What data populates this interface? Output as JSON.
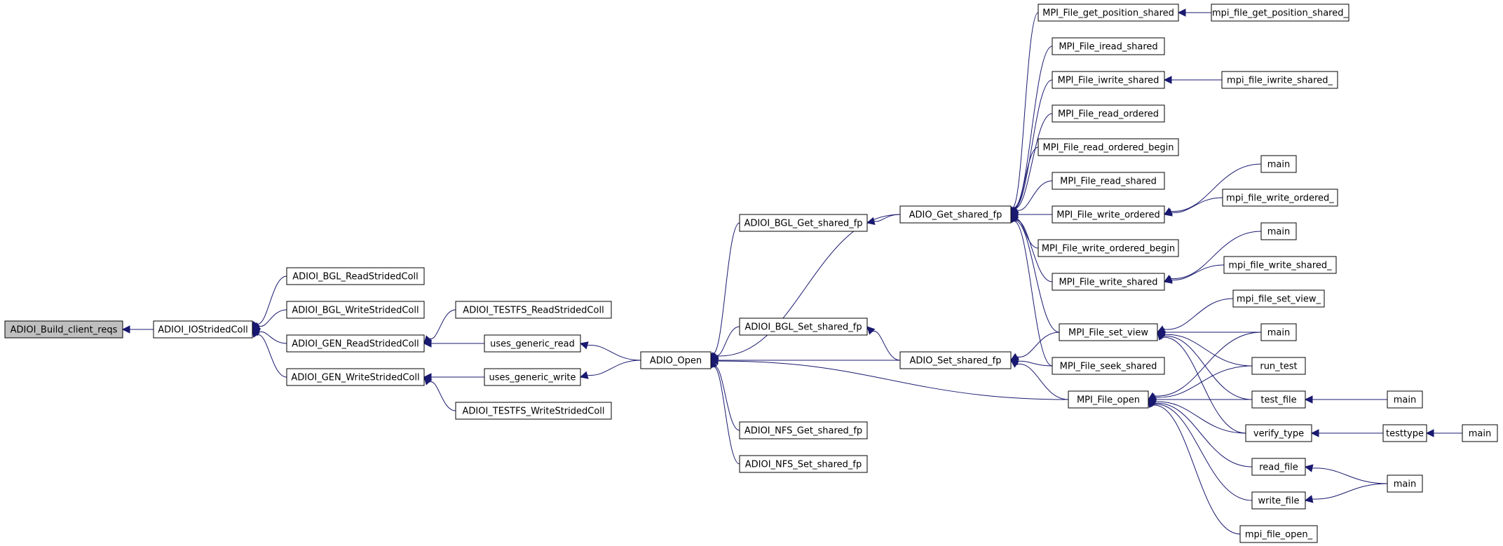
{
  "graph": {
    "root": "ADIOI_Build_client_reqs",
    "colors": {
      "edge": "#191970",
      "root_fill": "#bfbfbf",
      "node_fill": "#ffffff",
      "border": "#000000"
    },
    "nodes": [
      {
        "id": "n0",
        "label": "ADIOI_Build_client_reqs"
      },
      {
        "id": "n1",
        "label": "ADIOI_IOStridedColl"
      },
      {
        "id": "n2",
        "label": "ADIOI_BGL_ReadStridedColl"
      },
      {
        "id": "n3",
        "label": "ADIOI_BGL_WriteStridedColl"
      },
      {
        "id": "n4",
        "label": "ADIOI_GEN_ReadStridedColl"
      },
      {
        "id": "n5",
        "label": "ADIOI_GEN_WriteStridedColl"
      },
      {
        "id": "n6",
        "label": "ADIOI_TESTFS_ReadStridedColl"
      },
      {
        "id": "n7",
        "label": "uses_generic_read"
      },
      {
        "id": "n8",
        "label": "uses_generic_write"
      },
      {
        "id": "n9",
        "label": "ADIOI_TESTFS_WriteStridedColl"
      },
      {
        "id": "n10",
        "label": "ADIO_Open"
      },
      {
        "id": "n11",
        "label": "ADIOI_BGL_Get_shared_fp"
      },
      {
        "id": "n12",
        "label": "ADIOI_BGL_Set_shared_fp"
      },
      {
        "id": "n13",
        "label": "ADIOI_NFS_Get_shared_fp"
      },
      {
        "id": "n14",
        "label": "ADIOI_NFS_Set_shared_fp"
      },
      {
        "id": "n15",
        "label": "ADIO_Get_shared_fp"
      },
      {
        "id": "n16",
        "label": "ADIO_Set_shared_fp"
      },
      {
        "id": "n17",
        "label": "MPI_File_get_position_shared"
      },
      {
        "id": "n18",
        "label": "MPI_File_iread_shared"
      },
      {
        "id": "n19",
        "label": "MPI_File_iwrite_shared"
      },
      {
        "id": "n20",
        "label": "MPI_File_read_ordered"
      },
      {
        "id": "n21",
        "label": "MPI_File_read_ordered_begin"
      },
      {
        "id": "n22",
        "label": "MPI_File_read_shared"
      },
      {
        "id": "n23",
        "label": "MPI_File_write_ordered"
      },
      {
        "id": "n24",
        "label": "MPI_File_write_ordered_begin"
      },
      {
        "id": "n25",
        "label": "MPI_File_write_shared"
      },
      {
        "id": "n26",
        "label": "MPI_File_set_view"
      },
      {
        "id": "n27",
        "label": "MPI_File_seek_shared"
      },
      {
        "id": "n28",
        "label": "MPI_File_open"
      },
      {
        "id": "n29",
        "label": "mpi_file_get_position_shared_"
      },
      {
        "id": "n30",
        "label": "mpi_file_iwrite_shared_"
      },
      {
        "id": "n31",
        "label": "main"
      },
      {
        "id": "n32",
        "label": "mpi_file_write_ordered_"
      },
      {
        "id": "n33",
        "label": "main"
      },
      {
        "id": "n34",
        "label": "mpi_file_write_shared_"
      },
      {
        "id": "n35",
        "label": "mpi_file_set_view_"
      },
      {
        "id": "n36",
        "label": "main"
      },
      {
        "id": "n37",
        "label": "run_test"
      },
      {
        "id": "n38",
        "label": "test_file"
      },
      {
        "id": "n39",
        "label": "verify_type"
      },
      {
        "id": "n40",
        "label": "read_file"
      },
      {
        "id": "n41",
        "label": "write_file"
      },
      {
        "id": "n42",
        "label": "mpi_file_open_"
      },
      {
        "id": "n43",
        "label": "main"
      },
      {
        "id": "n44",
        "label": "testtype"
      },
      {
        "id": "n45",
        "label": "main"
      },
      {
        "id": "n46",
        "label": "main"
      }
    ],
    "edges": [
      [
        "n1",
        "n0"
      ],
      [
        "n2",
        "n1"
      ],
      [
        "n3",
        "n1"
      ],
      [
        "n4",
        "n1"
      ],
      [
        "n5",
        "n1"
      ],
      [
        "n6",
        "n4"
      ],
      [
        "n7",
        "n4"
      ],
      [
        "n8",
        "n5"
      ],
      [
        "n9",
        "n5"
      ],
      [
        "n10",
        "n7"
      ],
      [
        "n10",
        "n8"
      ],
      [
        "n11",
        "n10"
      ],
      [
        "n12",
        "n10"
      ],
      [
        "n13",
        "n10"
      ],
      [
        "n14",
        "n10"
      ],
      [
        "n15",
        "n10"
      ],
      [
        "n16",
        "n10"
      ],
      [
        "n28",
        "n10"
      ],
      [
        "n15",
        "n11"
      ],
      [
        "n16",
        "n12"
      ],
      [
        "n17",
        "n15"
      ],
      [
        "n18",
        "n15"
      ],
      [
        "n19",
        "n15"
      ],
      [
        "n20",
        "n15"
      ],
      [
        "n21",
        "n15"
      ],
      [
        "n22",
        "n15"
      ],
      [
        "n23",
        "n15"
      ],
      [
        "n24",
        "n15"
      ],
      [
        "n25",
        "n15"
      ],
      [
        "n26",
        "n15"
      ],
      [
        "n27",
        "n15"
      ],
      [
        "n26",
        "n16"
      ],
      [
        "n27",
        "n16"
      ],
      [
        "n28",
        "n16"
      ],
      [
        "n29",
        "n17"
      ],
      [
        "n30",
        "n19"
      ],
      [
        "n31",
        "n23"
      ],
      [
        "n32",
        "n23"
      ],
      [
        "n33",
        "n25"
      ],
      [
        "n34",
        "n25"
      ],
      [
        "n35",
        "n26"
      ],
      [
        "n36",
        "n26"
      ],
      [
        "n37",
        "n26"
      ],
      [
        "n38",
        "n26"
      ],
      [
        "n39",
        "n26"
      ],
      [
        "n36",
        "n28"
      ],
      [
        "n37",
        "n28"
      ],
      [
        "n38",
        "n28"
      ],
      [
        "n39",
        "n28"
      ],
      [
        "n40",
        "n28"
      ],
      [
        "n41",
        "n28"
      ],
      [
        "n42",
        "n28"
      ],
      [
        "n43",
        "n38"
      ],
      [
        "n44",
        "n39"
      ],
      [
        "n45",
        "n44"
      ],
      [
        "n46",
        "n40"
      ],
      [
        "n46",
        "n41"
      ]
    ]
  }
}
